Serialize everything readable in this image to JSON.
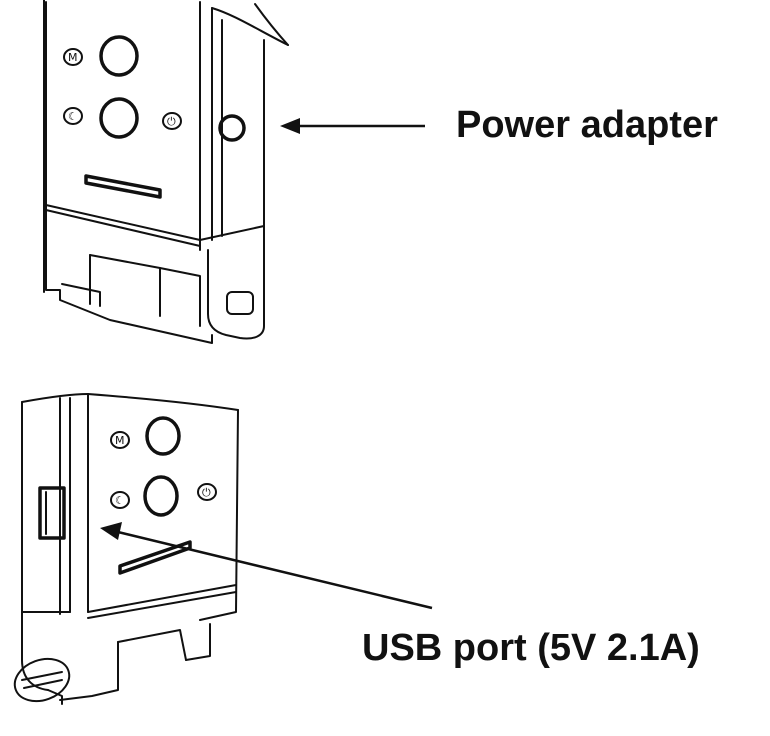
{
  "labels": {
    "power_adapter": "Power adapter",
    "usb_port": "USB port (5V 2.1A)"
  },
  "device_icons": {
    "mode_glyph": "M",
    "light_glyph": "☾",
    "power_glyph": "⏻"
  },
  "colors": {
    "line": "#111111",
    "background": "#ffffff"
  }
}
